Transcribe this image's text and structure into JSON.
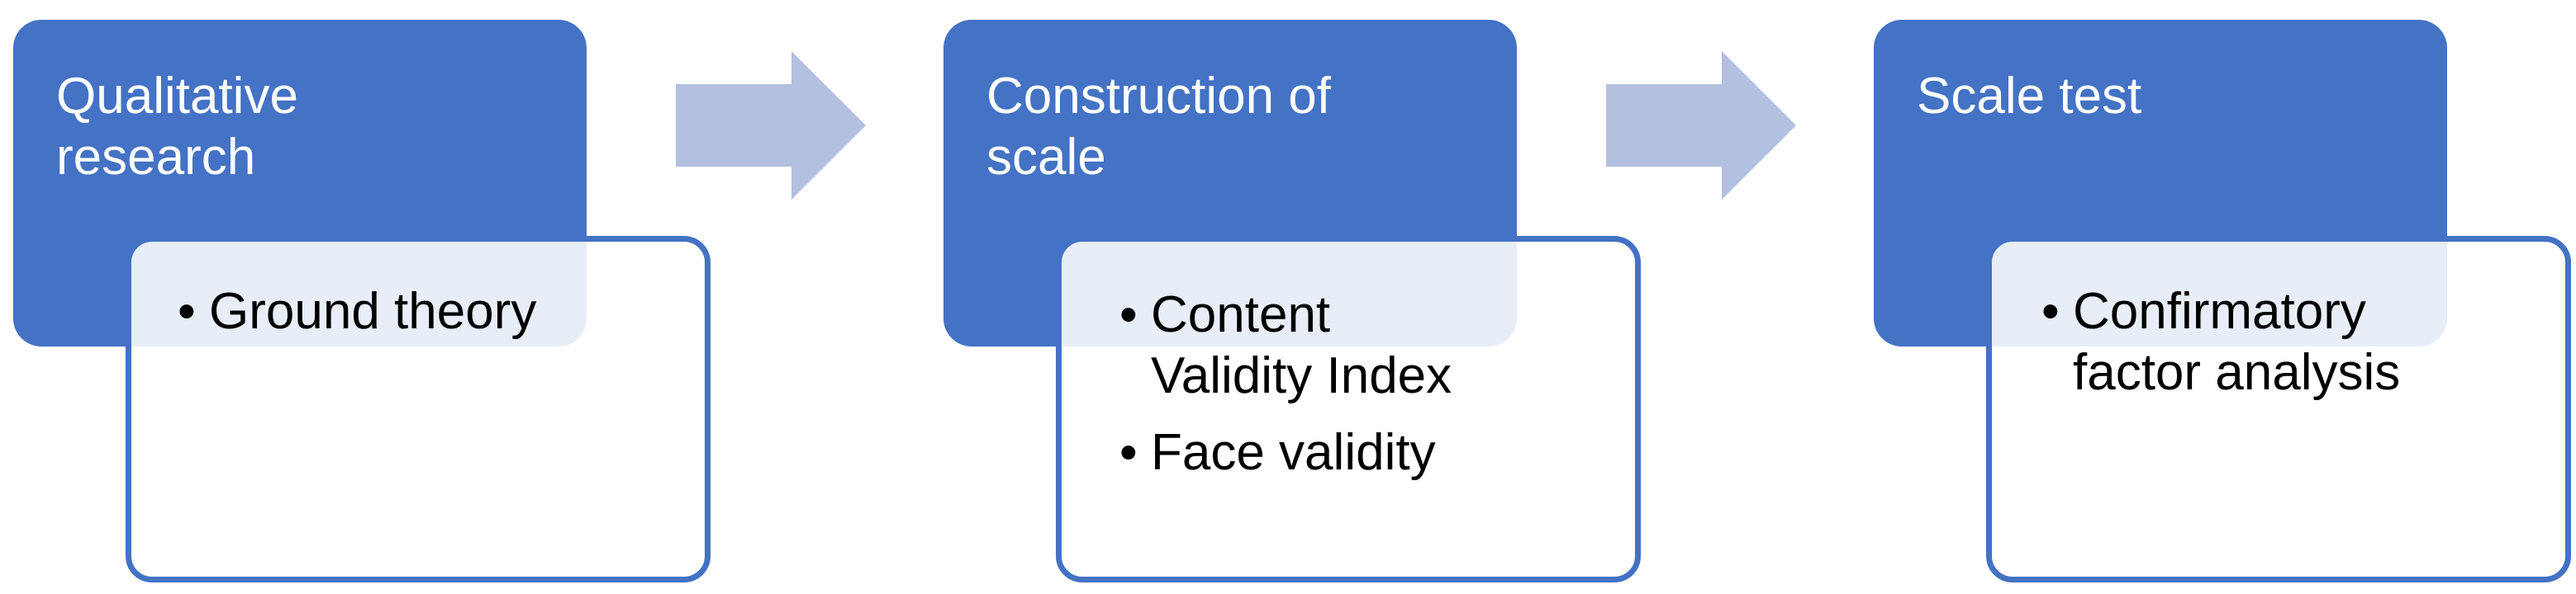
{
  "stages": [
    {
      "title": "Qualitative\nresearch",
      "bullets": [
        "Ground theory"
      ]
    },
    {
      "title": "Construction of\nscale",
      "bullets": [
        "Content\nValidity Index",
        "Face validity"
      ]
    },
    {
      "title": "Scale test",
      "bullets": [
        "Confirmatory\nfactor analysis"
      ]
    }
  ],
  "colors": {
    "head_fill": "#4472c4",
    "detail_border": "#4472c4",
    "arrow_fill": "#b4c0e0"
  },
  "icons": [
    "right-arrow-icon",
    "right-arrow-icon"
  ]
}
